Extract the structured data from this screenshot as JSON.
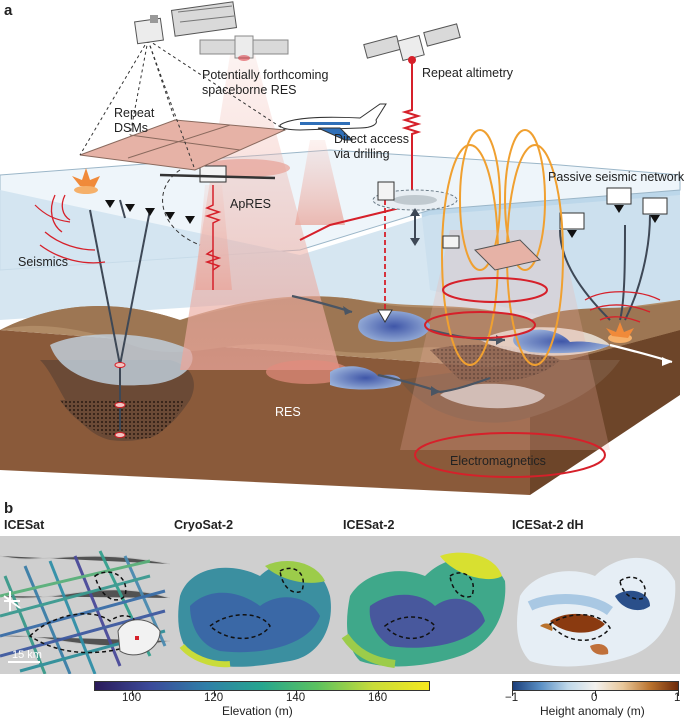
{
  "panels": {
    "a": "a",
    "b": "b"
  },
  "diagram_labels": {
    "repeat_dsms_line1": "Repeat",
    "repeat_dsms_line2": "DSMs",
    "forthcoming_line1": "Potentially forthcoming",
    "forthcoming_line2": "spaceborne RES",
    "repeat_altimetry": "Repeat altimetry",
    "direct_access_line1": "Direct access",
    "direct_access_line2": "via drilling",
    "passive_seismic": "Passive seismic network",
    "apres": "ApRES",
    "seismics": "Seismics",
    "res": "RES",
    "electromagnetics": "Electromagnetics"
  },
  "maps": [
    {
      "title": "ICESat",
      "scale_label": "15 km"
    },
    {
      "title": "CryoSat-2"
    },
    {
      "title": "ICESat-2"
    },
    {
      "title": "ICESat-2 dH"
    }
  ],
  "elevation_colorbar": {
    "ticks": [
      "100",
      "120",
      "140",
      "160"
    ],
    "label": "Elevation (m)",
    "range": [
      90,
      172
    ],
    "colors": [
      "#2b1b5a",
      "#3b4a9a",
      "#2f7fa8",
      "#26a68f",
      "#5cc25f",
      "#c9dc3a",
      "#f5e81e"
    ]
  },
  "height_colorbar": {
    "ticks": [
      "−1",
      "0",
      "1"
    ],
    "label": "Height anomaly (m)",
    "range": [
      -1,
      1
    ],
    "colors": [
      "#1c3f7a",
      "#5a8fc4",
      "#bfd8ea",
      "#f3f1ee",
      "#e8c79a",
      "#b9722d",
      "#6e2a0a"
    ]
  },
  "colors": {
    "ice_top": "#eaf3f9",
    "ocean": "#cde3f2",
    "bed": "#b08b66",
    "bed_side": "#8a5a3a",
    "lake": "#5a78b8",
    "red_line": "#d6202a",
    "orange_loop": "#f0a030"
  }
}
